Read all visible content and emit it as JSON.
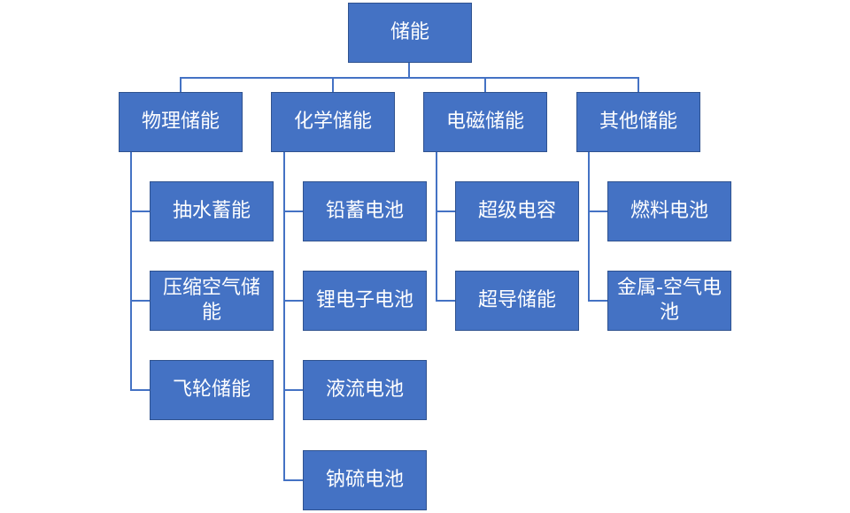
{
  "diagram": {
    "root": "储能",
    "categories": [
      {
        "label": "物理储能",
        "items": [
          "抽水蓄能",
          "压缩空气储能",
          "飞轮储能"
        ]
      },
      {
        "label": "化学储能",
        "items": [
          "铅蓄电池",
          "锂电子电池",
          "液流电池",
          "钠硫电池"
        ]
      },
      {
        "label": "电磁储能",
        "items": [
          "超级电容",
          "超导储能"
        ]
      },
      {
        "label": "其他储能",
        "items": [
          "燃料电池",
          "金属-空气电池"
        ]
      }
    ],
    "colors": {
      "box_fill": "#4472c4",
      "box_border": "#2f528f",
      "connector": "#4472c4",
      "text": "#ffffff",
      "background": "#ffffff"
    }
  }
}
